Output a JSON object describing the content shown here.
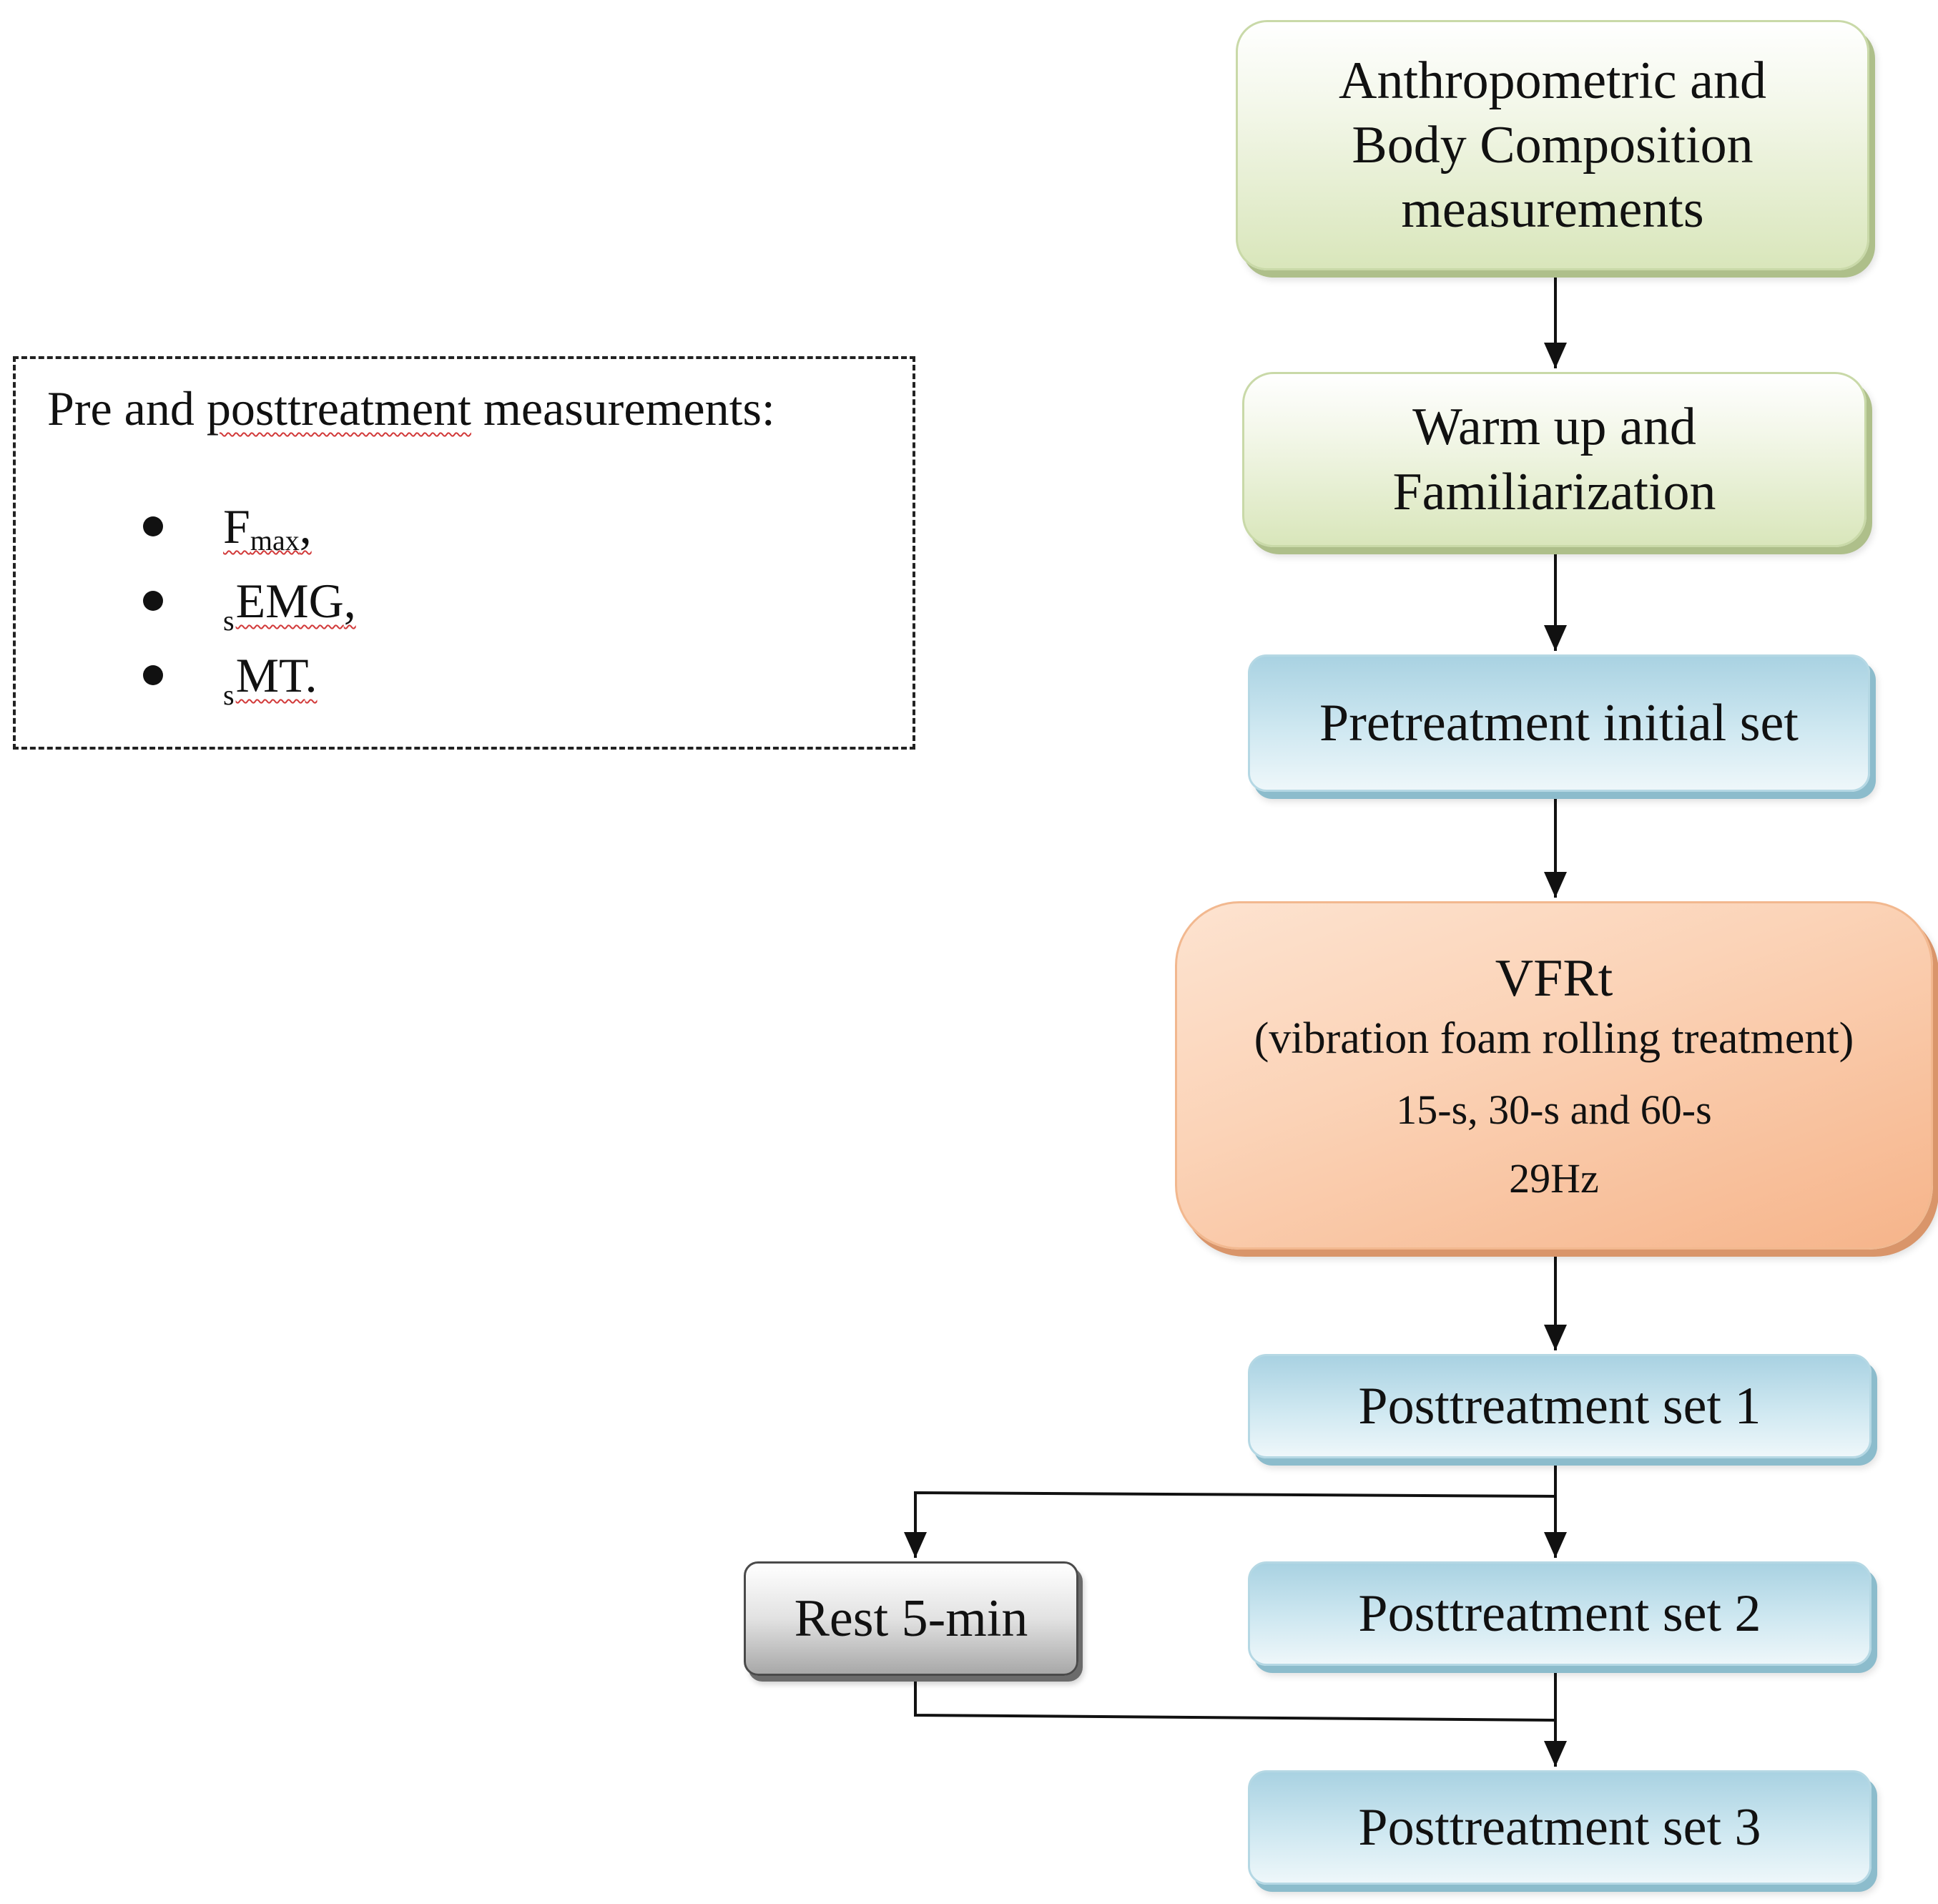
{
  "flowchart": {
    "anthropometric": {
      "lines": [
        "Anthropometric and",
        "Body Composition",
        "measurements"
      ]
    },
    "warmup": {
      "lines": [
        "Warm up and",
        "Familiarization"
      ]
    },
    "pretreatment": {
      "label": "Pretreatment initial set"
    },
    "vfrt": {
      "title": "VFRt",
      "subtitle": "(vibration foam rolling treatment)",
      "durations": "15-s, 30-s and 60-s",
      "frequency": "29Hz"
    },
    "posttreatment_1": {
      "label": "Posttreatment set 1"
    },
    "posttreatment_2": {
      "label": "Posttreatment set 2"
    },
    "posttreatment_3": {
      "label": "Posttreatment set 3"
    },
    "rest": {
      "label": "Rest 5-min"
    }
  },
  "measurements_note": {
    "heading_pre": "Pre and",
    "heading_underlined": "posttreatment",
    "heading_post": "measurements:",
    "items": [
      {
        "prefix": "",
        "main": "F",
        "subscript": "max",
        "suffix": ","
      },
      {
        "prefix": "s",
        "main": "EMG",
        "subscript": "",
        "suffix": ","
      },
      {
        "prefix": "s",
        "main": "MT",
        "subscript": "",
        "suffix": "."
      }
    ]
  },
  "colors": {
    "green_box": "#d9e6bb",
    "blue_box": "#cfe8f1",
    "orange_box": "#f6b48a",
    "grey_box": "#a8a8a8",
    "connector": "#111111"
  }
}
